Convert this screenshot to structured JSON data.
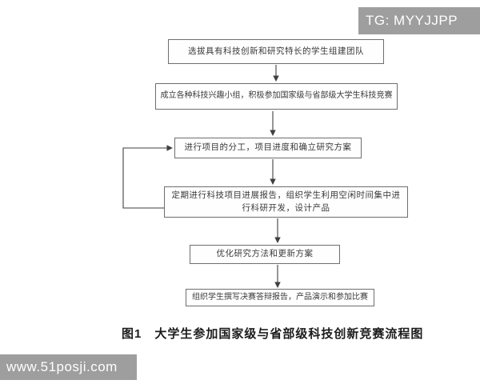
{
  "page": {
    "background": "#ffffff"
  },
  "watermarks": {
    "top_right": {
      "text": "TG: MYYJJPP",
      "bg": "#9e9e9e",
      "fg": "#ffffff"
    },
    "bottom_left": {
      "text": "www.51posji.com",
      "bg": "#9e9e9e",
      "fg": "#ffffff"
    }
  },
  "flowchart": {
    "steps": [
      {
        "id": 1,
        "label": "选拔具有科技创新和研究特长的学生组建团队"
      },
      {
        "id": 2,
        "label": "成立各种科技兴趣小组，积极参加国家级与省部级大学生科技竞赛"
      },
      {
        "id": 3,
        "label": "进行项目的分工，项目进度和确立研究方案"
      },
      {
        "id": 4,
        "label": "定期进行科技项目进展报告，组织学生利用空闲时间集中进行科研开发，设计产品"
      },
      {
        "id": 5,
        "label": "优化研究方法和更新方案"
      },
      {
        "id": 6,
        "label": "组织学生撰写决赛答辩报告，产品演示和参加比赛"
      }
    ],
    "feedback_loop": "step-4 back to step-3",
    "caption": "图1　大学生参加国家级与省部级科技创新竞赛流程图",
    "colors": {
      "box_border": "#6e6e6e",
      "box_text": "#3a3a3a",
      "arrow": "#3f3f3f",
      "caption_text": "#1c1c1c"
    }
  }
}
